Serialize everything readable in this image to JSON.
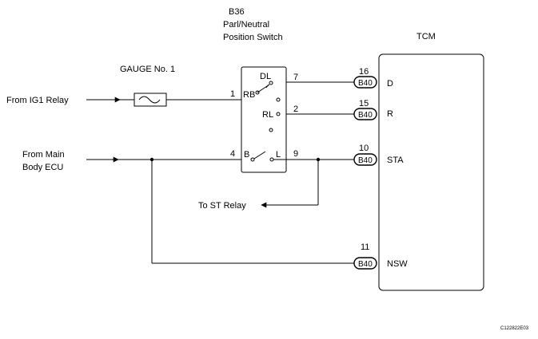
{
  "switch": {
    "code": "B36",
    "name_line1": "Parl/Neutral",
    "name_line2": "Position Switch",
    "terminals": {
      "rb": "RB",
      "dl": "DL",
      "rl": "RL",
      "b": "B",
      "l": "L"
    },
    "pins": {
      "p1": "1",
      "p7": "7",
      "p2": "2",
      "p4": "4",
      "p9": "9"
    }
  },
  "fuse": {
    "label": "GAUGE No. 1"
  },
  "sources": {
    "ig1": "From IG1 Relay",
    "main_line1": "From Main",
    "main_line2": "Body ECU",
    "st_relay": "To ST Relay"
  },
  "tcm": {
    "title": "TCM",
    "connector": "B40",
    "rows": [
      {
        "pin": "16",
        "terminal": "D"
      },
      {
        "pin": "15",
        "terminal": "R"
      },
      {
        "pin": "10",
        "terminal": "STA"
      },
      {
        "pin": "11",
        "terminal": "NSW"
      }
    ]
  },
  "figure_code": "C122822E03"
}
